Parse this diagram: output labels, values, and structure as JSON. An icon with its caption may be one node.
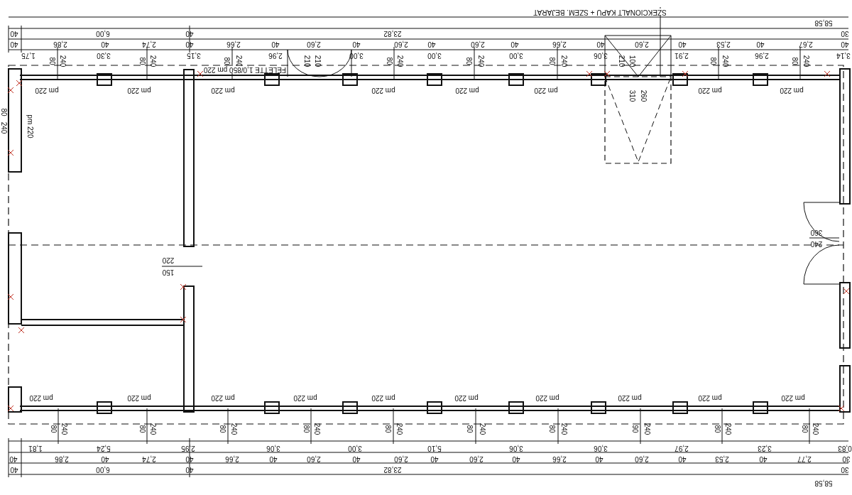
{
  "diagram": {
    "labels": [
      "SZEKCIONALT KAPU + SZEM. BEJARAT",
      "58,58",
      "40",
      "6,00",
      "40",
      "23,82",
      "30",
      "40",
      "2,86",
      "40",
      "2,74",
      "40",
      "2,66",
      "40",
      "2,60",
      "40",
      "2,60",
      "40",
      "2,60",
      "40",
      "2,66",
      "40",
      "2,60",
      "40",
      "2,53",
      "40",
      "2,67",
      "40",
      "1,75",
      "3,30",
      "3,15",
      "2,96",
      "3,00",
      "3,00",
      "3,00",
      "3,06",
      "2,91",
      "2,96",
      "3,14",
      "80",
      "240",
      "80",
      "240",
      "80",
      "240",
      "210",
      "210",
      "80",
      "240",
      "80",
      "240",
      "80",
      "240",
      "210",
      "100",
      "80",
      "240",
      "80",
      "240",
      "FELETTE 1,0/850 pm 220",
      "pm 220",
      "pm 220",
      "pm 220",
      "pm 220",
      "pm 220",
      "pm 220",
      "pm 220",
      "pm 220",
      "80",
      "240",
      "pm 220",
      "310",
      "260",
      "220",
      "150",
      "360",
      "240",
      "pm 220",
      "pm 220",
      "pm 220",
      "pm 220",
      "pm 220",
      "pm 220",
      "pm 220",
      "pm 220",
      "pm 220",
      "pm 220",
      "80",
      "240",
      "80",
      "240",
      "80",
      "240",
      "80",
      "240",
      "80",
      "240",
      "80",
      "240",
      "80",
      "240",
      "90",
      "240",
      "80",
      "240",
      "80",
      "240",
      "1,81",
      "5,24",
      "2,95",
      "3,06",
      "3,00",
      "5,10",
      "3,06",
      "3,06",
      "2,97",
      "3,23",
      "0,83",
      "40",
      "2,86",
      "40",
      "2,74",
      "40",
      "2,66",
      "40",
      "2,60",
      "40",
      "2,60",
      "40",
      "2,60",
      "40",
      "2,66",
      "40",
      "2,60",
      "40",
      "2,53",
      "40",
      "2,77",
      "30",
      "40",
      "6,00",
      "40",
      "23,82",
      "30",
      "58,58"
    ]
  }
}
